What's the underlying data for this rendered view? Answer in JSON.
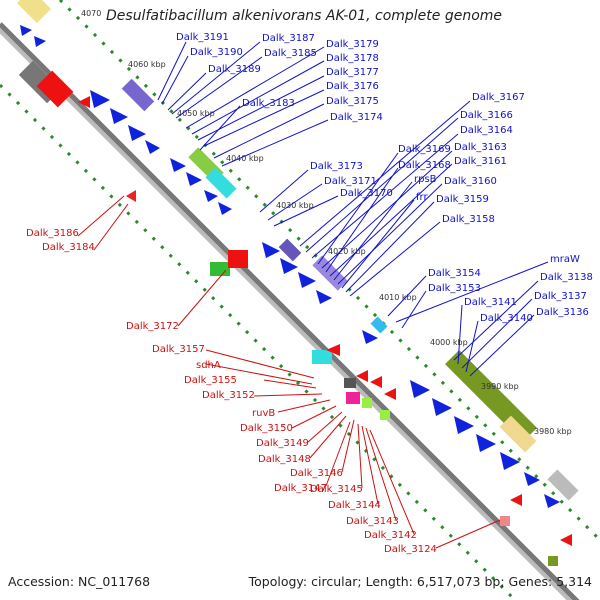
{
  "title": "Desulfatibacillum alkenivorans AK-01, complete genome",
  "accession": "Accession: NC_011768",
  "summary": "Topology: circular; Length: 6,517,073 bp; Genes: 5,314",
  "colors": {
    "forward": "#1111cc",
    "reverse": "#cc1111",
    "backbone": "#777777",
    "tick": "#339933"
  },
  "ticks": [
    "4070",
    "4060 kbp",
    "4050 kbp",
    "4040 kbp",
    "4030 kbp",
    "4020 kbp",
    "4010 kbp",
    "4000 kbp",
    "3990 kbp",
    "3980 kbp"
  ],
  "forward_labels": [
    "Dalk_3191",
    "Dalk_3190",
    "Dalk_3187",
    "Dalk_3185",
    "Dalk_3189",
    "Dalk_3179",
    "Dalk_3178",
    "Dalk_3177",
    "Dalk_3176",
    "Dalk_3183",
    "Dalk_3175",
    "Dalk_3174",
    "Dalk_3167",
    "Dalk_3166",
    "Dalk_3164",
    "Dalk_3169",
    "Dalk_3163",
    "Dalk_3168",
    "Dalk_3161",
    "Dalk_3173",
    "Dalk_3171",
    "rpsB",
    "Dalk_3160",
    "Dalk_3170",
    "frr",
    "Dalk_3159",
    "Dalk_3158",
    "Dalk_3154",
    "mraW",
    "Dalk_3153",
    "Dalk_3138",
    "Dalk_3141",
    "Dalk_3137",
    "Dalk_3140",
    "Dalk_3136"
  ],
  "reverse_labels": [
    "Dalk_3186",
    "Dalk_3184",
    "Dalk_3172",
    "Dalk_3157",
    "sdhA",
    "Dalk_3155",
    "Dalk_3152",
    "ruvB",
    "Dalk_3150",
    "Dalk_3149",
    "Dalk_3148",
    "Dalk_3146",
    "Dalk_3147",
    "Dalk_3145",
    "Dalk_3144",
    "Dalk_3143",
    "Dalk_3142",
    "Dalk_3124"
  ]
}
